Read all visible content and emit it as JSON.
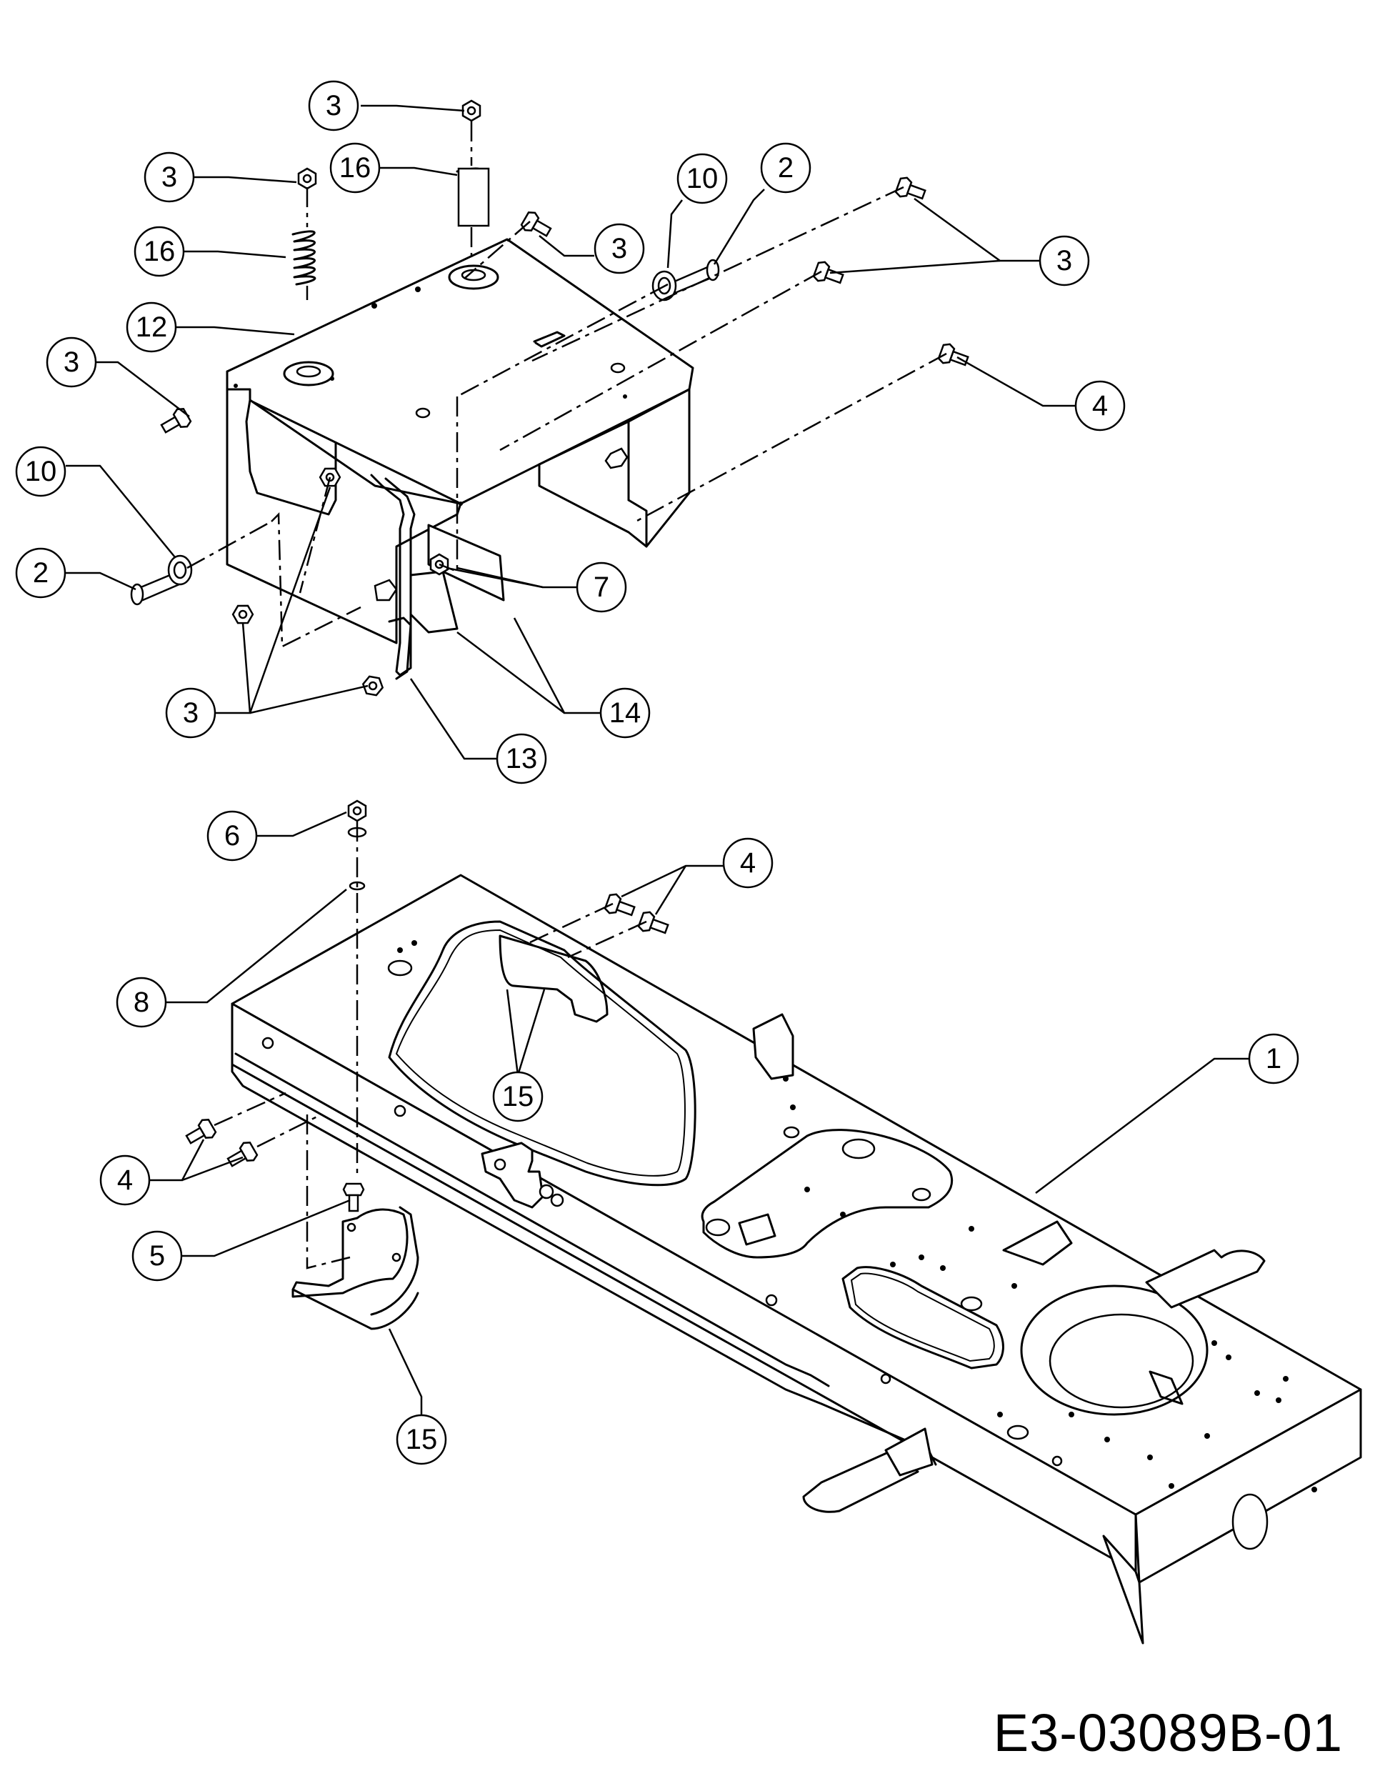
{
  "drawing_number": "E3-03089B-01",
  "callouts": [
    {
      "id": "c-3-top",
      "label": "3"
    },
    {
      "id": "c-16-top",
      "label": "16"
    },
    {
      "id": "c-3-left-top",
      "label": "3"
    },
    {
      "id": "c-16-left",
      "label": "16"
    },
    {
      "id": "c-10-top",
      "label": "10"
    },
    {
      "id": "c-2-top",
      "label": "2"
    },
    {
      "id": "c-3-mid",
      "label": "3"
    },
    {
      "id": "c-3-right",
      "label": "3"
    },
    {
      "id": "c-12",
      "label": "12"
    },
    {
      "id": "c-3-left",
      "label": "3"
    },
    {
      "id": "c-4-right",
      "label": "4"
    },
    {
      "id": "c-10-left",
      "label": "10"
    },
    {
      "id": "c-2-left",
      "label": "2"
    },
    {
      "id": "c-7",
      "label": "7"
    },
    {
      "id": "c-3-bottom",
      "label": "3"
    },
    {
      "id": "c-14",
      "label": "14"
    },
    {
      "id": "c-13",
      "label": "13"
    },
    {
      "id": "c-6",
      "label": "6"
    },
    {
      "id": "c-4-top",
      "label": "4"
    },
    {
      "id": "c-8",
      "label": "8"
    },
    {
      "id": "c-15-inner",
      "label": "15"
    },
    {
      "id": "c-1",
      "label": "1"
    },
    {
      "id": "c-4-left",
      "label": "4"
    },
    {
      "id": "c-5",
      "label": "5"
    },
    {
      "id": "c-15-bottom",
      "label": "15"
    }
  ]
}
